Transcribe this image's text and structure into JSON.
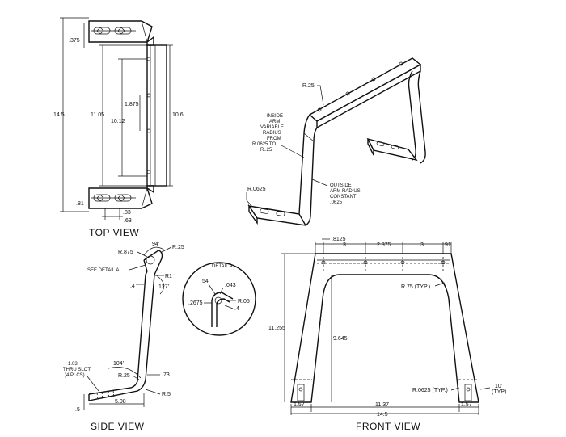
{
  "views": {
    "top": "TOP VIEW",
    "side": "SIDE VIEW",
    "front": "FRONT VIEW",
    "detail": "DETAIL A"
  },
  "top_view": {
    "d_375": ".375",
    "d_14_5": "14.5",
    "d_11_05": "11.05",
    "d_10_12": "10.12",
    "d_1_875": "1.875",
    "d_10_6": "10.6",
    "d_81": ".81",
    "d_83": ".83",
    "d_63": ".63"
  },
  "iso_view": {
    "r_25": "R.25",
    "inside_note": [
      "INSIDE",
      "ARM",
      "VARIABLE",
      "RADIUS",
      "FROM",
      "R.0625  TO",
      "R..25"
    ],
    "outside_note": [
      "OUTSIDE",
      "ARM RADIUS",
      "CONSTANT",
      ".0625"
    ],
    "r_0625": "R.0625"
  },
  "side_view": {
    "r_875": "R.875",
    "a_94": "94'",
    "r_25": "R.25",
    "see_detail": "SEE DETAIL A",
    "r1": "R1",
    "d_4": ".4",
    "a_127": "127'",
    "a_104": "104'",
    "slot_note": [
      "1.03",
      "THRU SLOT",
      "(4 PLCS)"
    ],
    "r_25b": "R.25",
    "d_73": ".73",
    "r_5": "R.5",
    "d_5": ".5",
    "d_5_08": "5.08"
  },
  "detail_a": {
    "a_54": "54'",
    "d_043": ".043",
    "d_2675": ".2675",
    "r_05": "R.05",
    "d_4": ".4"
  },
  "front_view": {
    "d_8125": ".8125",
    "d_3a": "3",
    "d_2_875": "2.875",
    "d_3b": "3",
    "d_91": ".91",
    "r_75": "R.75 (TYP.)",
    "d_11_255": "11.255",
    "d_9_645": "9.645",
    "r_0625": "R.0625 (TYP.)",
    "a_10": "10'",
    "typ": "(TYP)",
    "d_1_57a": "1.57",
    "d_11_37": "11.37",
    "d_1_57b": "1.57",
    "d_14_5": "14.5"
  }
}
